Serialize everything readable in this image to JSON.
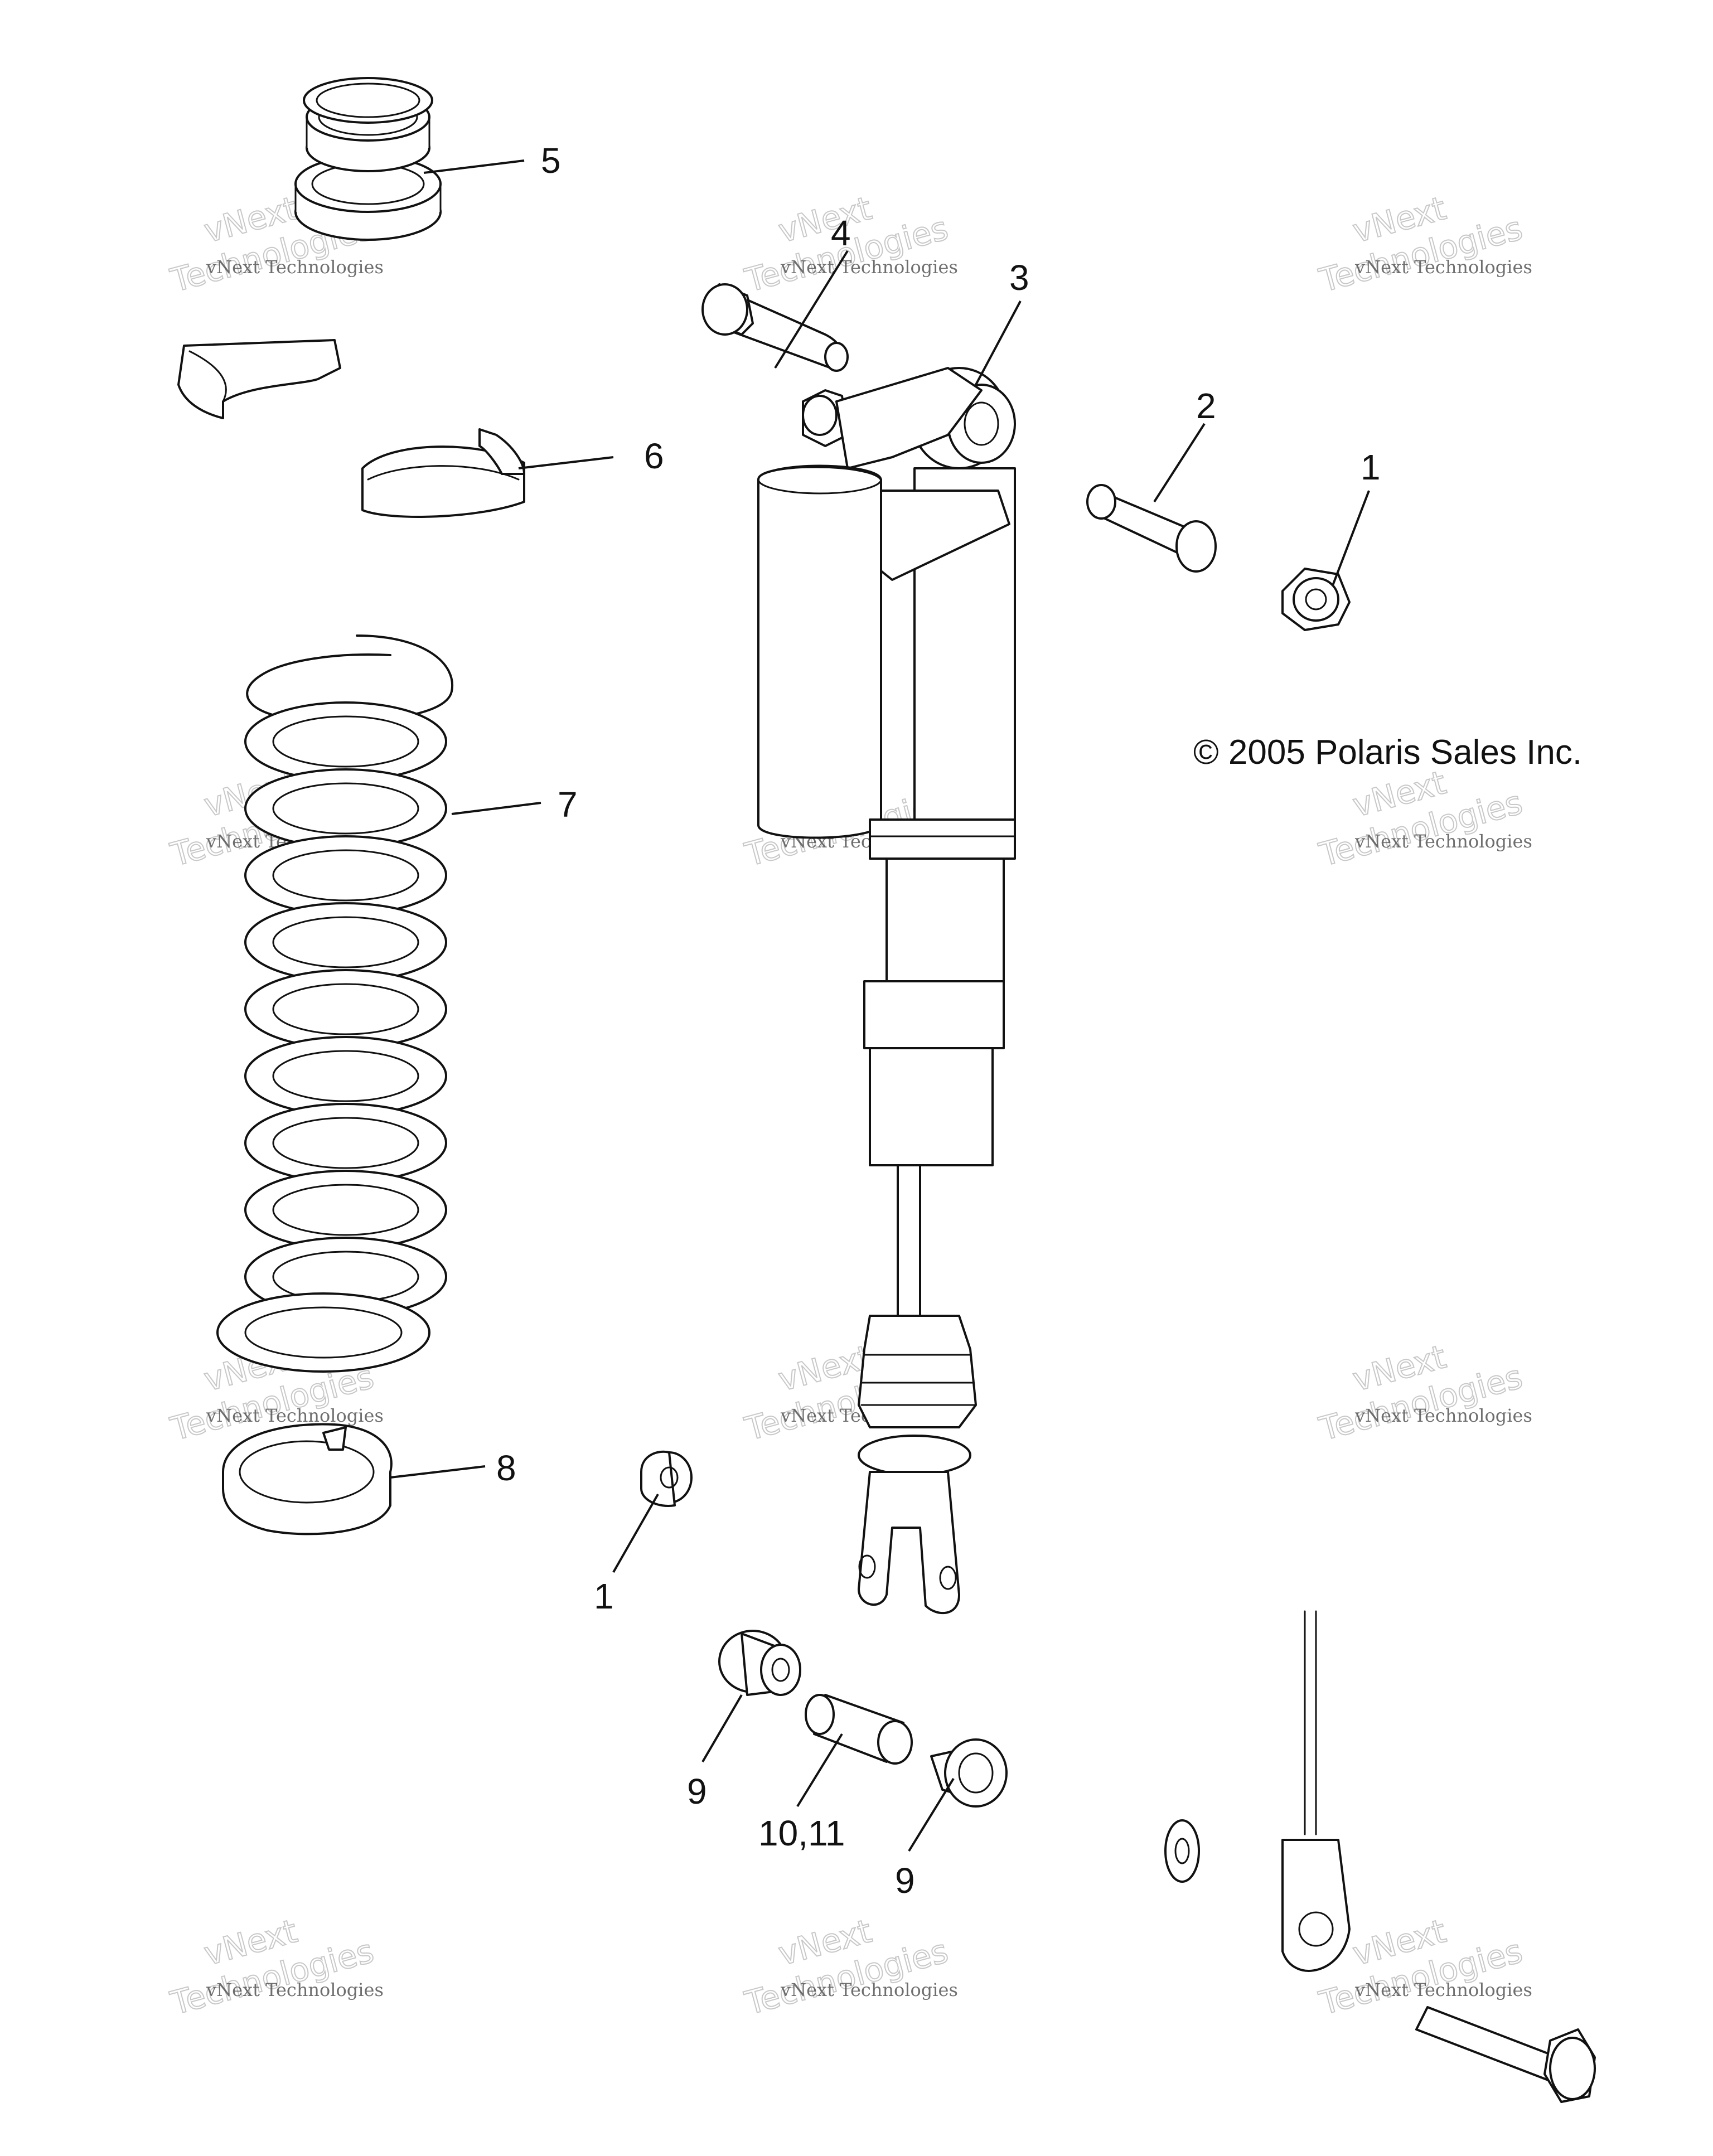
{
  "diagram": {
    "copyright": "© 2005 Polaris Sales Inc.",
    "watermark": {
      "line_small": "vNext Technologies",
      "word_big_top": "vNext",
      "word_big_bottom": "Technologies"
    },
    "callouts": {
      "c1_top": "1",
      "c2": "2",
      "c3": "3",
      "c4": "4",
      "c5": "5",
      "c6": "6",
      "c7": "7",
      "c8": "8",
      "c1_bottom": "1",
      "c9_left": "9",
      "c10_11": "10,11",
      "c9_right": "9"
    }
  },
  "parts": [
    {
      "id": "nut",
      "callout": "1"
    },
    {
      "id": "sleeve",
      "callout": "2"
    },
    {
      "id": "shock-absorber",
      "callout": "3"
    },
    {
      "id": "bolt",
      "callout": "4"
    },
    {
      "id": "preload-adjuster-spring-seat",
      "callout": "5"
    },
    {
      "id": "spring-retainer-halves",
      "callout": "6"
    },
    {
      "id": "coil-spring",
      "callout": "7"
    },
    {
      "id": "lower-spring-seat",
      "callout": "8"
    },
    {
      "id": "bushing",
      "callout": "9"
    },
    {
      "id": "pivot-sleeve",
      "callout": "10,11"
    }
  ]
}
